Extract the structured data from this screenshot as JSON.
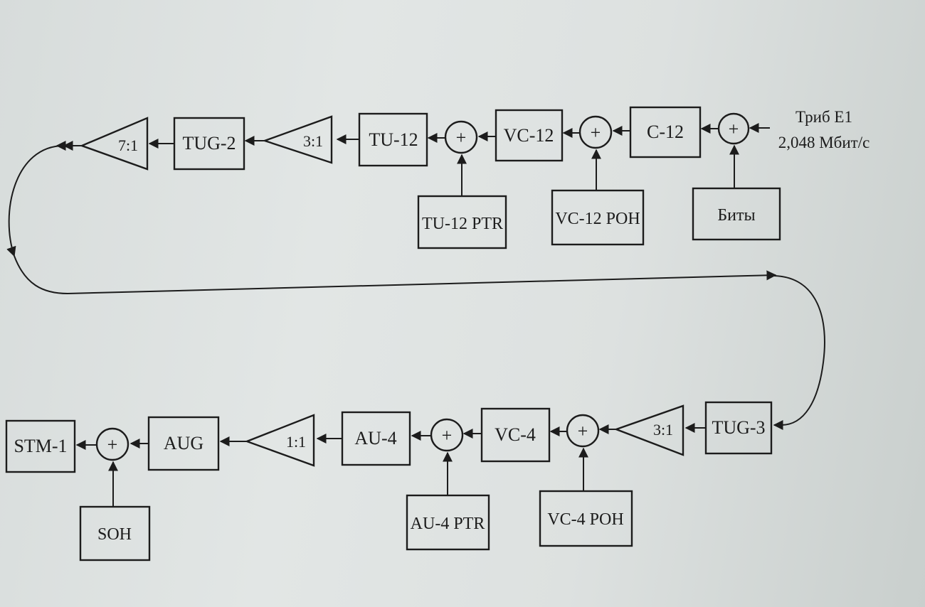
{
  "diagram": {
    "input_label_line1": "Триб E1",
    "input_label_line2": "2,048 Мбит/с",
    "top_row": {
      "c12": "C-12",
      "vc12": "VC-12",
      "tu12": "TU-12",
      "mux_3_1": "3:1",
      "tug2": "TUG-2",
      "mux_7_1": "7:1",
      "bits": "Биты",
      "vc12_poh": "VC-12 POH",
      "tu12_ptr": "TU-12 PTR"
    },
    "bottom_row": {
      "tug3": "TUG-3",
      "mux_3_1": "3:1",
      "vc4": "VC-4",
      "au4": "AU-4",
      "mux_1_1": "1:1",
      "aug": "AUG",
      "stm1": "STM-1",
      "vc4_poh": "VC-4 POH",
      "au4_ptr": "AU-4 PTR",
      "soh": "SOH"
    },
    "adder_symbol": "+"
  }
}
